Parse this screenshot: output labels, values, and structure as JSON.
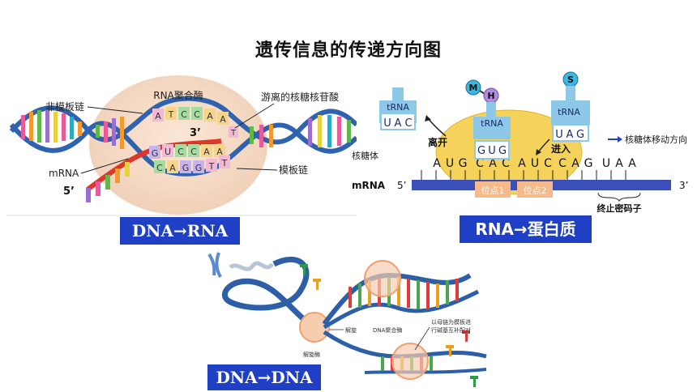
{
  "title": "遗传信息的传递方向图",
  "panel1": {
    "label": "DNA→RNA",
    "rna_polymerase": "RNA聚合酶",
    "non_template": "非模板链",
    "free_nucleotides": "游离的核糖核苷酸",
    "three_prime": "3’",
    "five_prime": "5’",
    "mrna": "mRNA",
    "template": "模板链",
    "top_strand_bases": [
      "A",
      "T",
      "C",
      "C",
      "A",
      "A"
    ],
    "rna_bases": [
      "G",
      "U",
      "C",
      "C",
      "A",
      "A"
    ],
    "bottom_strand_bases": [
      "C",
      "A",
      "G",
      "G",
      "T",
      "T"
    ],
    "loose_base": "T"
  },
  "panel2": {
    "label": "RNA→蛋白质",
    "trna_left": "tRNA",
    "trna_left_anticodon": [
      "U",
      "A",
      "C"
    ],
    "trna_mid": "tRNA",
    "trna_mid_anticodon": [
      "G",
      "U",
      "G"
    ],
    "trna_right": "tRNA",
    "trna_right_anticodon": [
      "U",
      "A",
      "G"
    ],
    "aa_m": "M",
    "aa_h": "H",
    "aa_s": "S",
    "leave": "离开",
    "enter": "进入",
    "ribosome": "核糖体",
    "ribosome_direction": "核糖体移动方向",
    "mrna_label": "mRNA",
    "five_prime": "5’",
    "three_prime": "3’",
    "mrna_bases": [
      "A",
      "U",
      "G",
      "C",
      "A",
      "C",
      "A",
      "U",
      "C",
      "C",
      "A",
      "G",
      "U",
      "A",
      "A"
    ],
    "site1": "位点1",
    "site2": "位点2",
    "stop_codon": "终止密码子"
  },
  "panel3": {
    "label": "DNA→DNA",
    "unwinding": "解旋",
    "helicase": "解旋酶",
    "dna_polymerase": "DNA聚合酶",
    "template_note_line1": "以母链为模板进",
    "template_note_line2": "行碱基互补配对"
  },
  "colors": {
    "label_bg": "#1f3fc4",
    "trna": "#8ec8e8",
    "ribosome": "#f5d35a",
    "mrna_strand": "#3a4fb8",
    "site_box": "#f5b98a",
    "dna_backbone": "#3a6fc0",
    "enzyme_body": "#f3d9c4"
  }
}
